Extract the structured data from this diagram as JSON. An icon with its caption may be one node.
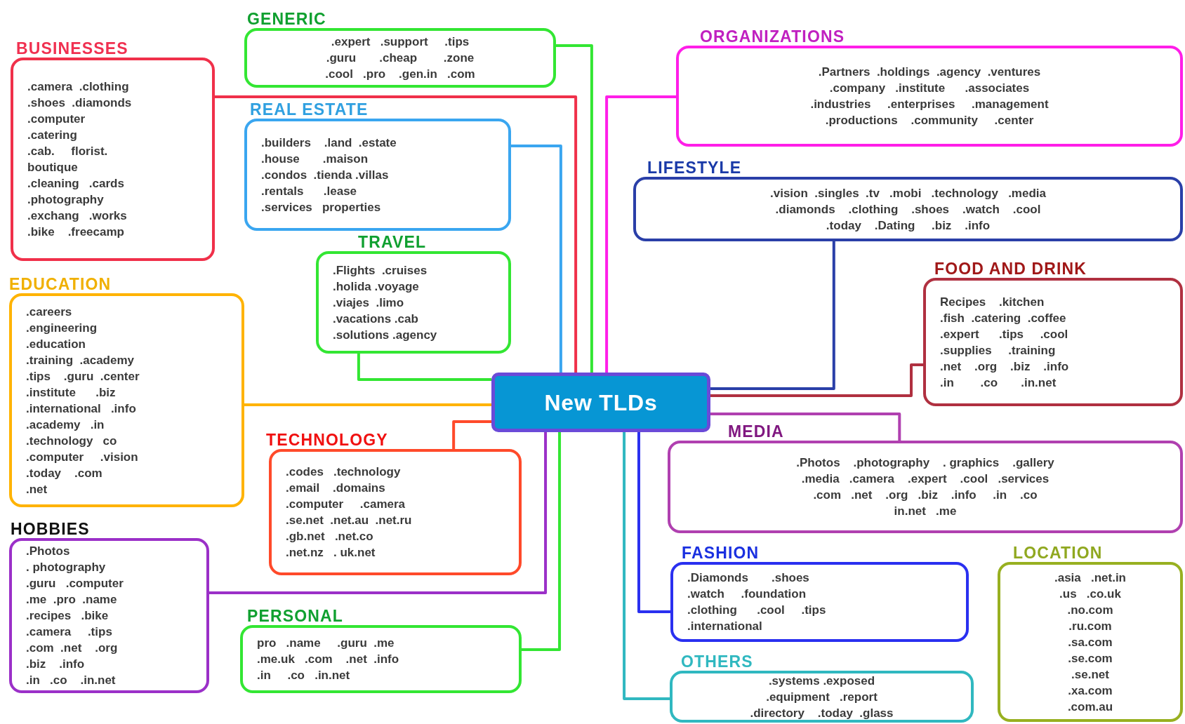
{
  "diagram": {
    "nodes": [
      {
        "text": [
          "New TLDs"
        ]
      },
      {
        "text": [
          "BUSINESSES",
          ".camera  .clothing",
          ".shoes  .diamonds",
          ".computer",
          ".catering",
          ".cab.     florist.",
          "boutique",
          ".cleaning   .cards",
          ".photography",
          ".exchang   .works",
          ".bike    .freecamp"
        ]
      },
      {
        "text": [
          "GENERIC",
          ".expert   .support     .tips",
          ".guru       .cheap        .zone",
          ".cool   .pro    .gen.in   .com"
        ]
      },
      {
        "text": [
          "REAL ESTATE",
          ".builders    .land  .estate",
          ".house       .maison",
          ".condos  .tienda .villas",
          ".rentals      .lease",
          ".services   properties"
        ]
      },
      {
        "text": [
          "TRAVEL",
          ".Flights  .cruises",
          ".holida .voyage",
          ".viajes  .limo",
          ".vacations .cab",
          ".solutions .agency"
        ]
      },
      {
        "text": [
          "EDUCATION",
          ".careers",
          ".engineering",
          ".education",
          ".training  .academy",
          ".tips    .guru  .center",
          ".institute      .biz",
          ".international   .info",
          ".academy   .in",
          ".technology   co",
          ".computer     .vision",
          ".today    .com",
          ".net"
        ]
      },
      {
        "text": [
          "TECHNOLOGY",
          ".codes   .technology",
          ".email    .domains",
          ".computer     .camera",
          ".se.net  .net.au  .net.ru",
          ".gb.net   .net.co",
          ".net.nz   . uk.net"
        ]
      },
      {
        "text": [
          "HOBBIES",
          ".Photos",
          ". photography",
          ".guru   .computer",
          ".me  .pro  .name",
          ".recipes   .bike",
          ".camera     .tips",
          ".com  .net    .org",
          ".biz    .info",
          ".in   .co    .in.net"
        ]
      },
      {
        "text": [
          "PERSONAL",
          "pro   .name     .guru  .me",
          ".me.uk   .com    .net  .info",
          ".in     .co   .in.net"
        ]
      },
      {
        "text": [
          "ORGANIZATIONS",
          ".Partners  .holdings  .agency  .ventures",
          ".company   .institute      .associates",
          ".industries     .enterprises     .management",
          ".productions    .community     .center"
        ]
      },
      {
        "text": [
          "LIFESTYLE",
          ".vision  .singles  .tv   .mobi   .technology   .media",
          ".diamonds    .clothing    .shoes    .watch    .cool",
          ".today    .Dating     .biz    .info"
        ]
      },
      {
        "text": [
          "FOOD AND DRINK",
          "Recipes    .kitchen",
          ".fish  .catering  .coffee",
          ".expert      .tips     .cool",
          ".supplies     .training",
          ".net    .org    .biz    .info",
          ".in        .co       .in.net"
        ]
      },
      {
        "text": [
          "MEDIA",
          ".Photos    .photography    . graphics    .gallery",
          ".media   .camera    .expert    .cool   .services",
          ".com   .net    .org   .biz    .info     .in    .co",
          "in.net   .me"
        ]
      },
      {
        "text": [
          "FASHION",
          ".Diamonds       .shoes",
          ".watch     .foundation",
          ".clothing      .cool     .tips",
          ".international"
        ]
      },
      {
        "text": [
          "LOCATION",
          ".asia   .net.in",
          ".us   .co.uk",
          ".no.com",
          ".ru.com",
          ".sa.com",
          ".se.com",
          ".se.net",
          ".xa.com",
          ".com.au"
        ]
      },
      {
        "text": [
          "OTHERS",
          ".systems .exposed",
          ".equipment   .report",
          ".directory    .today  .glass"
        ]
      }
    ],
    "edges": [
      {
        "from": 0,
        "to": 1,
        "arrow": "none",
        "color": "#f0304a"
      },
      {
        "from": 0,
        "to": 2,
        "arrow": "none",
        "color": "#33e633"
      },
      {
        "from": 0,
        "to": 3,
        "arrow": "none",
        "color": "#3aa6f0"
      },
      {
        "from": 0,
        "to": 4,
        "arrow": "none",
        "color": "#33e633"
      },
      {
        "from": 0,
        "to": 5,
        "arrow": "none",
        "color": "#ffb300"
      },
      {
        "from": 0,
        "to": 6,
        "arrow": "none",
        "color": "#ff4a2a"
      },
      {
        "from": 0,
        "to": 7,
        "arrow": "none",
        "color": "#9b30c8"
      },
      {
        "from": 0,
        "to": 8,
        "arrow": "none",
        "color": "#33e633"
      },
      {
        "from": 0,
        "to": 9,
        "arrow": "none",
        "color": "#ff1ee8"
      },
      {
        "from": 0,
        "to": 10,
        "arrow": "none",
        "color": "#2a3fa8"
      },
      {
        "from": 0,
        "to": 11,
        "arrow": "none",
        "color": "#b03040"
      },
      {
        "from": 0,
        "to": 12,
        "arrow": "none",
        "color": "#b040b0"
      },
      {
        "from": 0,
        "to": 13,
        "arrow": "none",
        "color": "#2a30f0"
      },
      {
        "from": 0,
        "to": 15,
        "arrow": "none",
        "color": "#30b8c0"
      }
    ]
  }
}
